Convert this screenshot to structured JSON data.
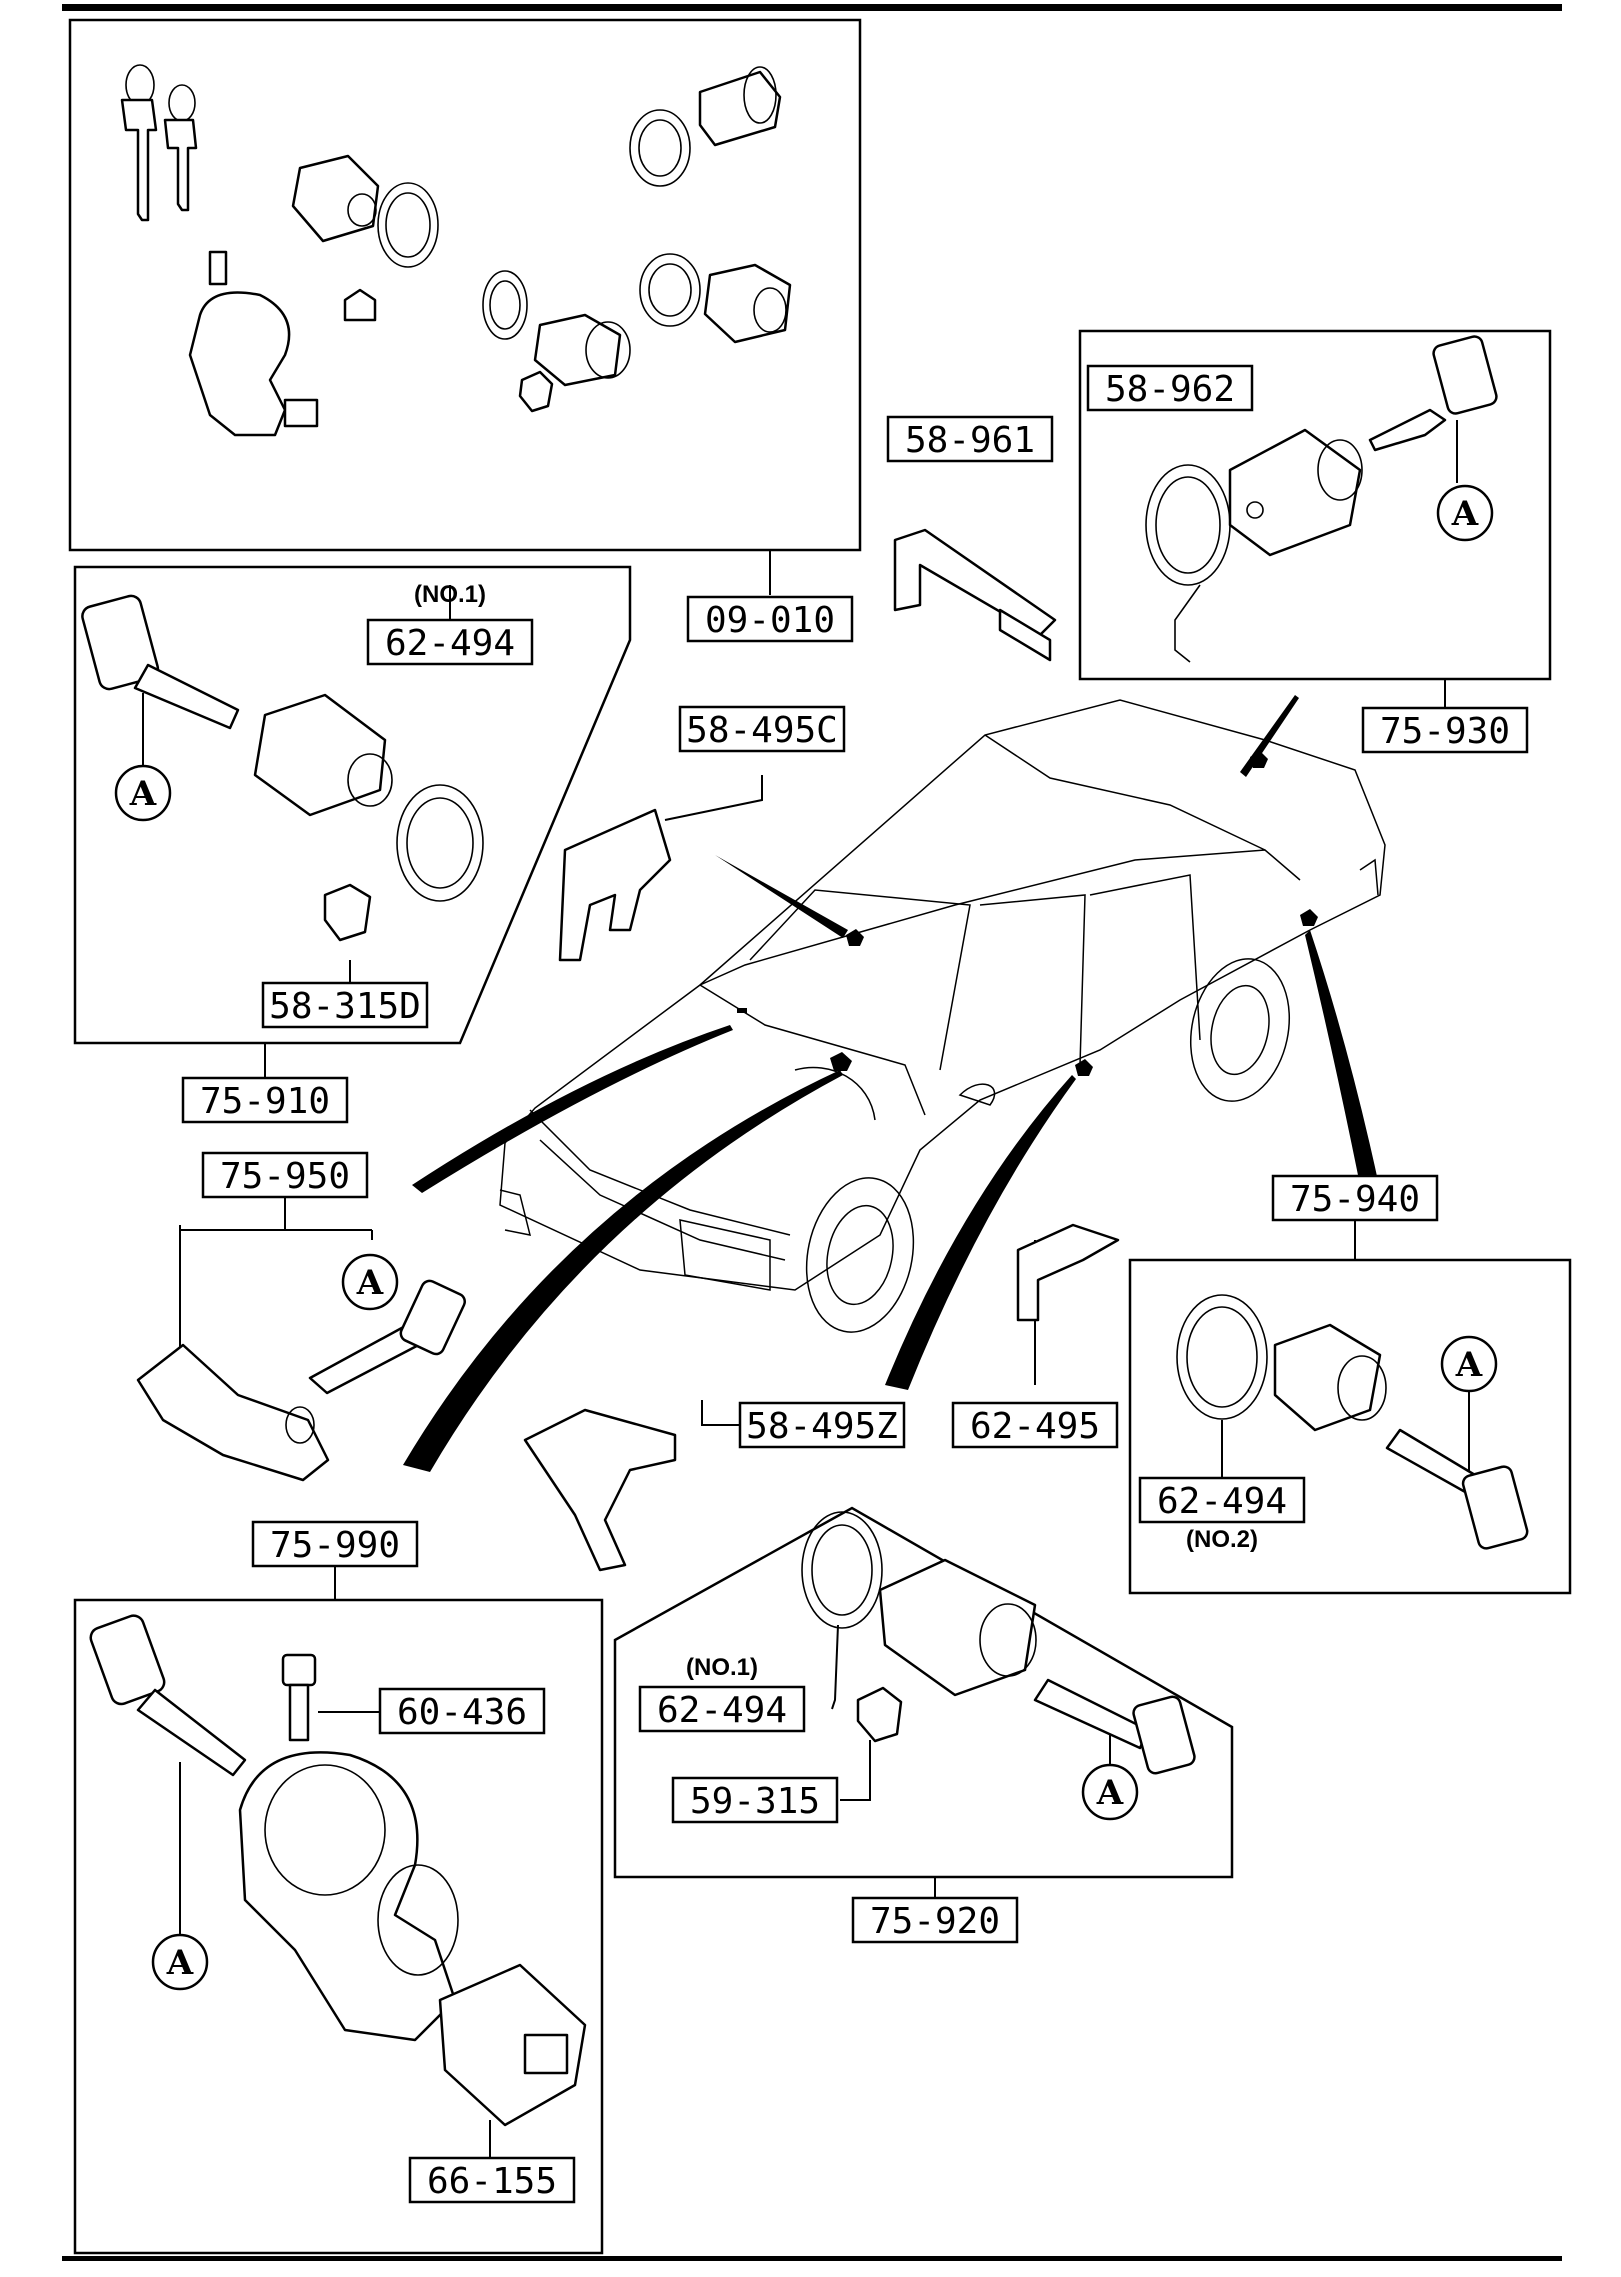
{
  "labels": {
    "p09_010": "09-010",
    "p58_961": "58-961",
    "p58_962": "58-962",
    "p75_930": "75-930",
    "p62_494_no1_top": "62-494",
    "p58_495C": "58-495C",
    "p58_315D": "58-315D",
    "p75_910": "75-910",
    "p75_950": "75-950",
    "p75_940": "75-940",
    "p58_495Z": "58-495Z",
    "p62_495": "62-495",
    "p62_494_no2": "62-494",
    "p75_990": "75-990",
    "p60_436": "60-436",
    "p62_494_no1_mid": "62-494",
    "p59_315": "59-315",
    "p75_920": "75-920",
    "p66_155": "66-155"
  },
  "notes": {
    "no1_top": "(NO.1)",
    "no2": "(NO.2)",
    "no1_mid": "(NO.1)"
  },
  "key_marker": "A"
}
